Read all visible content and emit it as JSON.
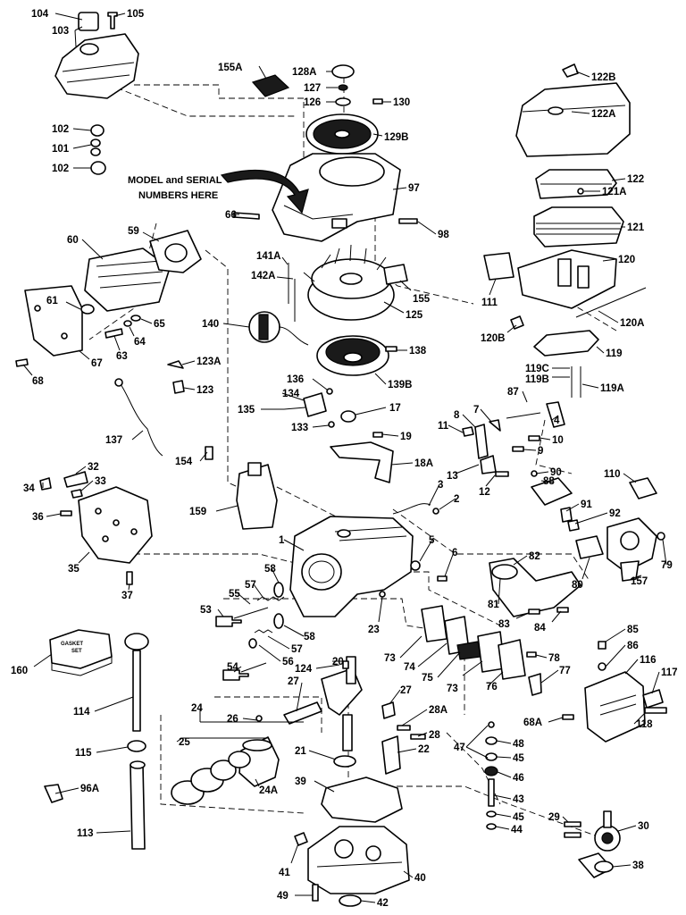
{
  "notice": [
    "MODEL and SERIAL",
    "NUMBERS HERE"
  ],
  "gasket_set_text": [
    "GASKET",
    "SET"
  ],
  "callouts": {
    "c104": "104",
    "c105": "105",
    "c103": "103",
    "c102a": "102",
    "c101": "101",
    "c102b": "102",
    "c155A": "155A",
    "c128A": "128A",
    "c127": "127",
    "c126": "126",
    "c130": "130",
    "c129B": "129B",
    "c122B": "122B",
    "c122A": "122A",
    "c122": "122",
    "c121A": "121A",
    "c121": "121",
    "c120": "120",
    "c97": "97",
    "c98": "98",
    "c66": "66",
    "c60": "60",
    "c59": "59",
    "c141A": "141A",
    "c142A": "142A",
    "c155": "155",
    "c111": "111",
    "c120A": "120A",
    "c120B": "120B",
    "c61": "61",
    "c125": "125",
    "c65": "65",
    "c64": "64",
    "c63": "63",
    "c67": "67",
    "c140": "140",
    "c138": "138",
    "c119": "119",
    "c68": "68",
    "c123A": "123A",
    "c123": "123",
    "c136": "136",
    "c139B": "139B",
    "c119C": "119C",
    "c119B": "119B",
    "c119A": "119A",
    "c134": "134",
    "c87": "87",
    "c135": "135",
    "c17": "17",
    "c137": "137",
    "c133": "133",
    "c19": "19",
    "c11": "11",
    "c8": "8",
    "c7": "7",
    "c4": "4",
    "c10": "10",
    "c9": "9",
    "c154": "154",
    "c18A": "18A",
    "c13": "13",
    "c90": "90",
    "c110": "110",
    "c32": "32",
    "c34": "34",
    "c33": "33",
    "c12": "12",
    "c88": "88",
    "c3": "3",
    "c2": "2",
    "c36": "36",
    "c159": "159",
    "c91": "91",
    "c92": "92",
    "c1": "1",
    "c79": "79",
    "c5": "5",
    "c6": "6",
    "c35": "35",
    "c82": "82",
    "c58a": "58",
    "c57a": "57",
    "c80": "80",
    "c157": "157",
    "c37": "37",
    "c55": "55",
    "c53": "53",
    "c81": "81",
    "c23": "23",
    "c83": "83",
    "c84": "84",
    "c85": "85",
    "c86": "86",
    "c58b": "58",
    "c57b": "57",
    "c160": "160",
    "c73a": "73",
    "c74": "74",
    "c75": "75",
    "c78": "78",
    "c20": "20",
    "c56": "56",
    "c54": "54",
    "c124": "124",
    "c73b": "73",
    "c77": "77",
    "c116": "116",
    "c117": "117",
    "c76": "76",
    "c114": "114",
    "c27a": "27",
    "c27b": "27",
    "c24": "24",
    "c26": "26",
    "c28A": "28A",
    "c118": "118",
    "c68A": "68A",
    "c28": "28",
    "c47": "47",
    "c48": "48",
    "c25": "25",
    "c115": "115",
    "c45a": "45",
    "c22": "22",
    "c21": "21",
    "c46": "46",
    "c24A": "24A",
    "c96A": "96A",
    "c39": "39",
    "c43": "43",
    "c45b": "45",
    "c44": "44",
    "c29": "29",
    "c30": "30",
    "c113": "113",
    "c38": "38",
    "c41": "41",
    "c40": "40",
    "c49": "49",
    "c42": "42"
  }
}
